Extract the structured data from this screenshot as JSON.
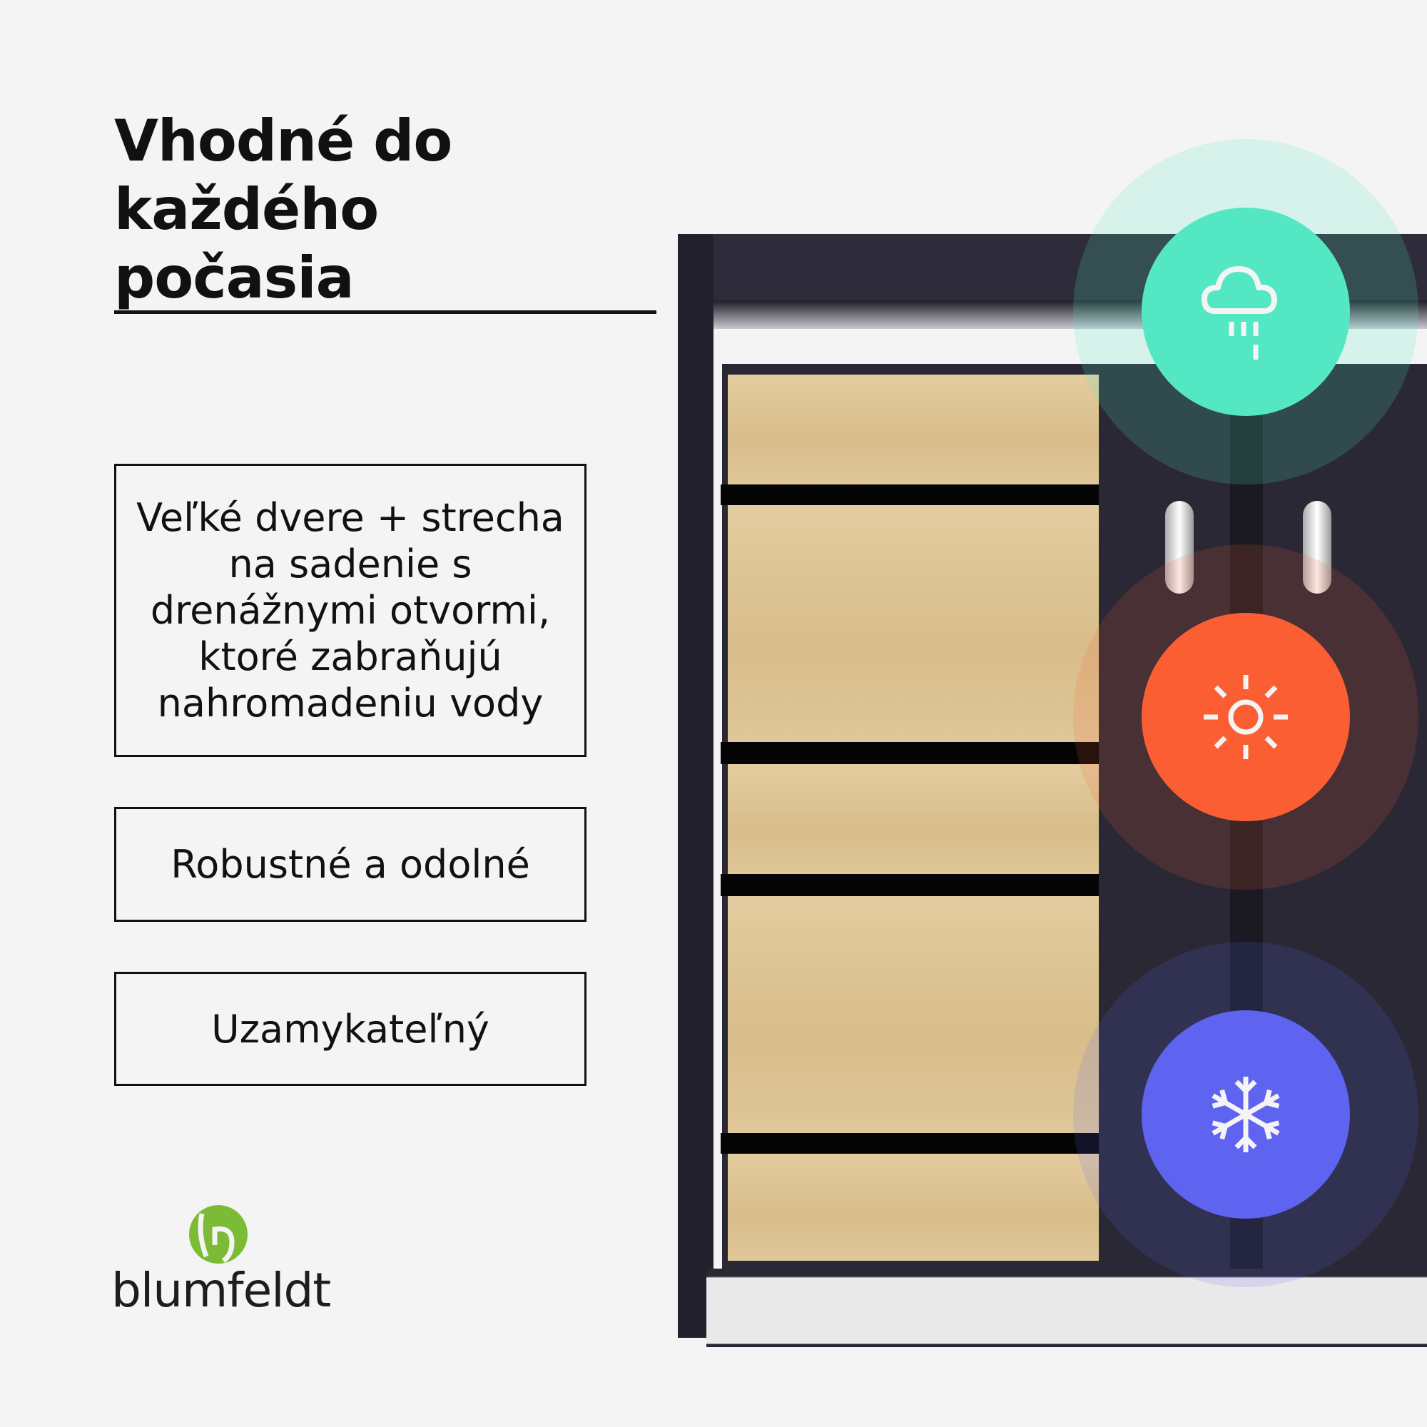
{
  "heading": {
    "line1": "Vhodné do každého",
    "line2": "počasia"
  },
  "features": [
    {
      "text": "Veľké dvere + strecha na sadenie s drenážnymi otvormi, ktoré zabraňujú nahromadeniu vody"
    },
    {
      "text": "Robustné a odolné"
    },
    {
      "text": "Uzamykateľný"
    }
  ],
  "brand": {
    "name": "blumfeldt",
    "color": "#7cbb35"
  },
  "weather_icons": [
    {
      "icon": "cloud-rain-icon",
      "color": "#53e8c3"
    },
    {
      "icon": "sun-icon",
      "color": "#fb5e32"
    },
    {
      "icon": "snowflake-icon",
      "color": "#5e63f0"
    }
  ]
}
